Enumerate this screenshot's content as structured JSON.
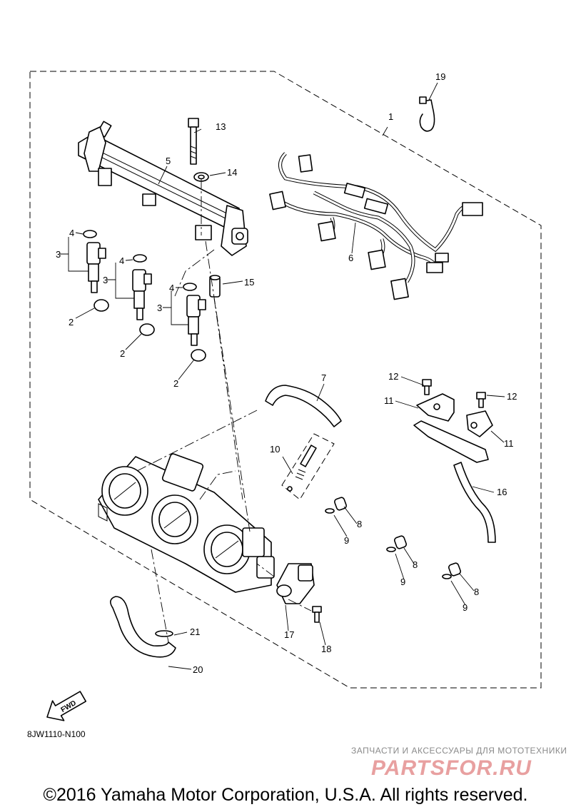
{
  "diagram_code": "8JW1110-N100",
  "copyright": "©2016 Yamaha Motor Corporation, U.S.A. All rights reserved.",
  "watermark": {
    "tagline": "ЗАПЧАСТИ И АКСЕССУАРЫ ДЛЯ МОТОТЕХНИКИ",
    "logo_text": "PARTSFOR.RU"
  },
  "fwd_label": "FWD",
  "callouts": {
    "p1": "1",
    "p2a": "2",
    "p2b": "2",
    "p2c": "2",
    "p3a": "3",
    "p3b": "3",
    "p3c": "3",
    "p4a": "4",
    "p4b": "4",
    "p4c": "4",
    "p5": "5",
    "p6": "6",
    "p7": "7",
    "p8a": "8",
    "p8b": "8",
    "p8c": "8",
    "p9a": "9",
    "p9b": "9",
    "p9c": "9",
    "p10": "10",
    "p11a": "11",
    "p11b": "11",
    "p12a": "12",
    "p12b": "12",
    "p13": "13",
    "p14": "14",
    "p15": "15",
    "p16": "16",
    "p17": "17",
    "p18": "18",
    "p19": "19",
    "p20": "20",
    "p21": "21"
  }
}
